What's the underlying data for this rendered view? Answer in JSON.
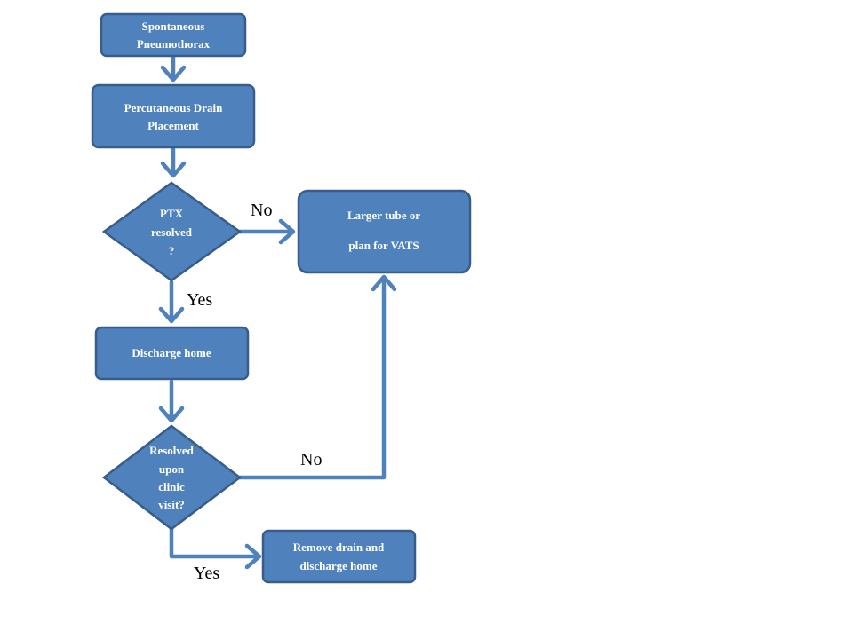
{
  "nodes": {
    "spontaneous": {
      "lines": [
        "Spontaneous",
        "Pneumothorax"
      ]
    },
    "drain": {
      "lines": [
        "Percutaneous Drain",
        "Placement"
      ]
    },
    "ptx_resolved": {
      "lines": [
        "PTX",
        "resolved",
        "?"
      ]
    },
    "larger_tube": {
      "lines": [
        "Larger tube or",
        "plan for VATS"
      ]
    },
    "discharge": {
      "lines": [
        "Discharge home"
      ]
    },
    "resolved_clinic": {
      "lines": [
        "Resolved",
        "upon",
        "clinic",
        "visit?"
      ]
    },
    "remove_drain": {
      "lines": [
        "Remove drain  and",
        "discharge home"
      ]
    }
  },
  "edges": {
    "ptx_no": "No",
    "ptx_yes": "Yes",
    "clinic_no": "No",
    "clinic_yes": "Yes"
  },
  "colors": {
    "node_fill": "#4f81bd",
    "node_stroke": "#385d8a",
    "arrow": "#4f81bd",
    "node_text": "#ffffff",
    "label_text": "#000000"
  }
}
